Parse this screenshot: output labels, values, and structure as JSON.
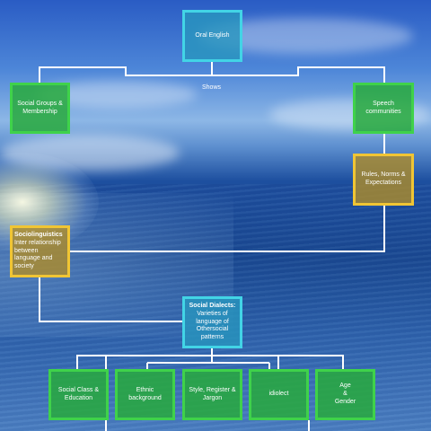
{
  "nodes": {
    "oral_english": "Oral English",
    "social_groups": "Social Groups & Membership",
    "speech_communities": "Speech communities",
    "rules_norms": "Rules, Norms & Expectations",
    "sociolinguistics_title": "Sociolinguistics",
    "sociolinguistics_body": "Inter relationship between language and society",
    "social_dialects_title": "Social Dialects:",
    "social_dialects_body": "Varieties of language of Othersocial patterns",
    "social_class": "Social Class & Education",
    "ethnic": "Ethnic background",
    "style": "Style, Register & Jargon",
    "idiolect": "idiolect",
    "age_line1": "Age",
    "age_line2": "&",
    "age_line3": "Gender"
  },
  "edge_labels": {
    "shows": "Shows"
  },
  "colors": {
    "green": "#3fd24a",
    "teal": "#42d4e6",
    "gold": "#f0c534",
    "line": "#ffffff"
  }
}
